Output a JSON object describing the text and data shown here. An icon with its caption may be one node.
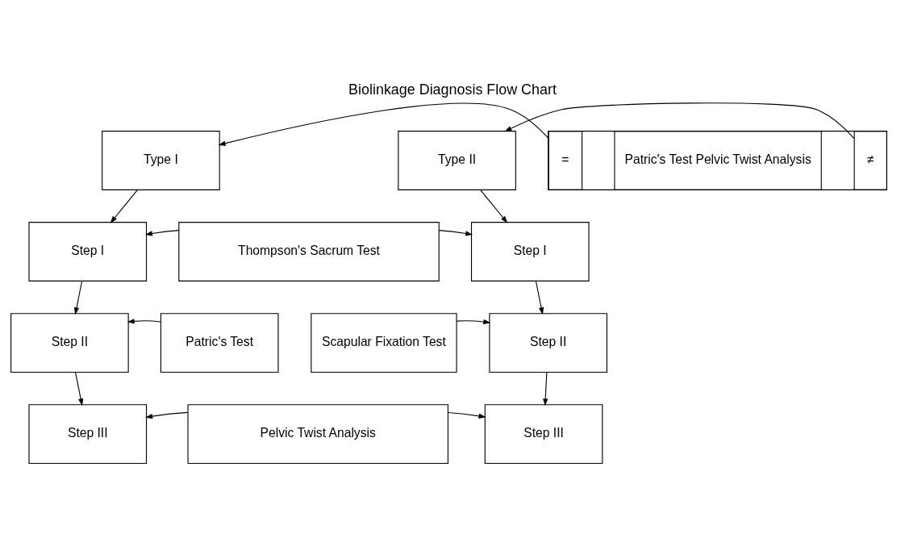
{
  "diagram": {
    "title": "Biolinkage Diagnosis Flow Chart",
    "nodes": [
      {
        "text": [
          "Type I"
        ]
      },
      {
        "text": [],
        "shape": "box"
      },
      {
        "text": [
          "="
        ],
        "in": 1
      },
      {
        "text": [
          "Patric's Test Pelvic Twist Analysis"
        ],
        "in": 1
      },
      {
        "text": [
          "≠"
        ],
        "in": 1
      },
      {
        "text": [
          "Type II"
        ]
      },
      {
        "text": [
          "Step I"
        ]
      },
      {
        "text": [
          "Thompson's Sacrum Test"
        ]
      },
      {
        "text": [
          "Step I"
        ]
      },
      {
        "text": [
          "Step II"
        ]
      },
      {
        "text": [
          "Patric's Test"
        ]
      },
      {
        "text": [
          "Scapular Fixation Test"
        ]
      },
      {
        "text": [
          "Step II"
        ]
      },
      {
        "text": [
          "Step III"
        ]
      },
      {
        "text": [
          "Pelvic Twist Analysis"
        ]
      },
      {
        "text": [
          "Step III"
        ]
      }
    ],
    "edges": [
      {
        "from": 2,
        "to": 0,
        "arrow": "to"
      },
      {
        "from": 4,
        "to": 5,
        "arrow": "to"
      },
      {
        "from": 0,
        "to": 6,
        "arrow": "to"
      },
      {
        "from": 5,
        "to": 8,
        "arrow": "to"
      },
      {
        "from": 7,
        "to": 6,
        "arrow": "to"
      },
      {
        "from": 7,
        "to": 8,
        "arrow": "to"
      },
      {
        "from": 6,
        "to": 9,
        "arrow": "to"
      },
      {
        "from": 8,
        "to": 12,
        "arrow": "to"
      },
      {
        "from": 10,
        "to": 9,
        "arrow": "to"
      },
      {
        "from": 11,
        "to": 12,
        "arrow": "to"
      },
      {
        "from": 9,
        "to": 13,
        "arrow": "to"
      },
      {
        "from": 12,
        "to": 15,
        "arrow": "to"
      },
      {
        "from": 14,
        "to": 13,
        "arrow": "to"
      },
      {
        "from": 14,
        "to": 15,
        "arrow": "to"
      }
    ]
  }
}
